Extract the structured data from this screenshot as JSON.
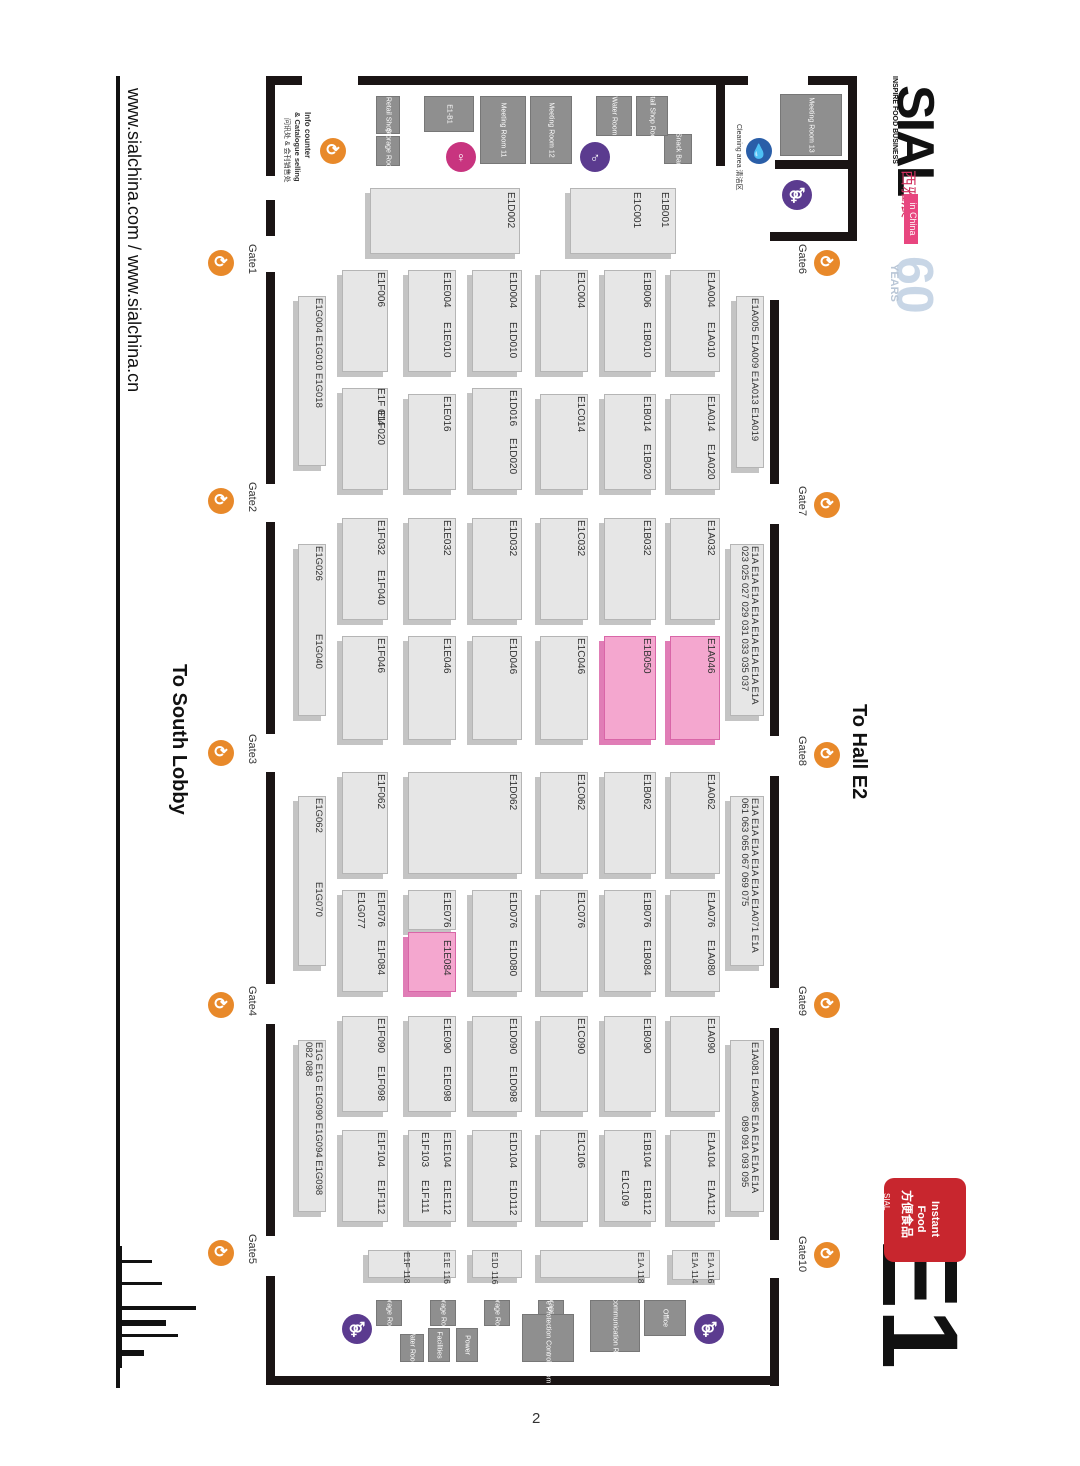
{
  "brand": {
    "logo_text": "SIAL",
    "logo_cn": "西雅展",
    "tagline": "INSPIRE FOOD BUSINESS",
    "in_china": "in China",
    "anniv_number": "60",
    "anniv_word": "YEARS"
  },
  "hall": {
    "name": "E1"
  },
  "badge": {
    "line1": "Instant",
    "line2": "Food",
    "cn": "方便食品",
    "brand": "SIAL"
  },
  "directions": {
    "north": "To Hall E2",
    "south": "To South Lobby"
  },
  "website": "www.sialchina.com / www.sialchina.cn",
  "page_number": "2",
  "gates_top": [
    "Gate6",
    "Gate7",
    "Gate8",
    "Gate9",
    "Gate10"
  ],
  "gates_bottom": [
    "Gate1",
    "Gate2",
    "Gate3",
    "Gate4",
    "Gate5"
  ],
  "rooms_top": [
    "Meeting Room 13",
    "Cleaning area 清洁区",
    "Meeting Room 12",
    "Meeting Room 11",
    "E1-B1",
    "Retail Shop",
    "Storage Room",
    "Snack Bar",
    "Retail Shop Room",
    "Water Room"
  ],
  "info_counter": {
    "line1": "Info counter",
    "line2": "& Catalogue selling",
    "cn": "问讯处 & 会刊销售处"
  },
  "rooms_bottom": [
    "Office",
    "Storage Room",
    "Storage Room",
    "Storage Room",
    "Storage Room",
    "Facilities",
    "Power",
    "Fire Protection Control Room",
    "Telecommunication Room",
    "Water Room"
  ],
  "booths": {
    "b_E1B001": "E1B001",
    "b_E1C001": "E1C001",
    "b_E1D002": "E1D002",
    "b_E1A004": "E1A004",
    "b_E1A010": "E1A010",
    "b_E1A014": "E1A014",
    "b_E1A020": "E1A020",
    "b_E1B006": "E1B006",
    "b_E1B010": "E1B010",
    "b_E1B014": "E1B014",
    "b_E1B020": "E1B020",
    "b_E1C004": "E1C004",
    "b_E1C014": "E1C014",
    "b_E1D004": "E1D004",
    "b_E1D010": "E1D010",
    "b_E1D016": "E1D016",
    "b_E1D020": "E1D020",
    "b_E1E004": "E1E004",
    "b_E1E010": "E1E010",
    "b_E1E016": "E1E016",
    "b_E1F006": "E1F006",
    "b_E1F014": "E1F 014",
    "b_E1F020": "E1F020",
    "b_E1A032": "E1A032",
    "b_E1A046": "E1A046",
    "b_E1B032": "E1B032",
    "b_E1B050": "E1B050",
    "b_E1C032": "E1C032",
    "b_E1C046": "E1C046",
    "b_E1D032": "E1D032",
    "b_E1D046": "E1D046",
    "b_E1E032": "E1E032",
    "b_E1E046": "E1E046",
    "b_E1F032": "E1F032",
    "b_E1F040": "E1F040",
    "b_E1F046": "E1F046",
    "b_E1A062": "E1A062",
    "b_E1A076": "E1A076",
    "b_E1A080": "E1A080",
    "b_E1B062": "E1B062",
    "b_E1B076": "E1B076",
    "b_E1B084": "E1B084",
    "b_E1C062": "E1C062",
    "b_E1C076": "E1C076",
    "b_E1D062": "E1D062",
    "b_E1D076": "E1D076",
    "b_E1D080": "E1D080",
    "b_E1E076": "E1E076",
    "b_E1E084": "E1E084",
    "b_E1F062": "E1F062",
    "b_E1F076": "E1F076",
    "b_E1F084": "E1F084",
    "b_E1G077": "E1G077",
    "b_E1A090": "E1A090",
    "b_E1A104": "E1A104",
    "b_E1A112": "E1A112",
    "b_E1B090": "E1B090",
    "b_E1B104": "E1B104",
    "b_E1B112": "E1B112",
    "b_E1C109": "E1C109",
    "b_E1C090": "E1C090",
    "b_E1C106": "E1C106",
    "b_E1D090": "E1D090",
    "b_E1D098": "E1D098",
    "b_E1D104": "E1D104",
    "b_E1D112": "E1D112",
    "b_E1E090": "E1E090",
    "b_E1E098": "E1E098",
    "b_E1E104": "E1E104",
    "b_E1E112": "E1E112",
    "b_E1F103": "E1F103",
    "b_E1F111": "E1F111",
    "b_E1F090": "E1F090",
    "b_E1F098": "E1F098",
    "b_E1F104": "E1F104",
    "b_E1F112": "E1F112",
    "b_E1A116": "E1A 116",
    "b_E1A114": "E1A 114",
    "b_E1A118": "E1A 118",
    "b_E1D116": "E1D 116",
    "b_E1E116": "E1E 116",
    "b_E1F118": "E1F 118"
  },
  "row_labels": {
    "toprow_1": "E1A005 E1A009 E1A013 E1A019",
    "toprow_2": "E1A E1A E1A E1A E1A E1A E1A E1A",
    "toprow_2b": "023 025 027 029 031 033 035 037",
    "toprow_3": "E1A E1A E1A E1A E1A E1A071 E1A",
    "toprow_3b": "061 063 065 067 069 075",
    "toprow_4": "E1A081 E1A085 E1A E1A E1A E1A",
    "toprow_4b": "089 091 093 095",
    "botrow_1": "E1G004 E1G010 E1G018",
    "botrow_2a": "E1G026",
    "botrow_2b": "E1G040",
    "botrow_3a": "E1G062",
    "botrow_3b": "E1G070",
    "botrow_4": "E1G E1G E1G090 E1G094 E1G098",
    "botrow_4b": "082 088"
  }
}
